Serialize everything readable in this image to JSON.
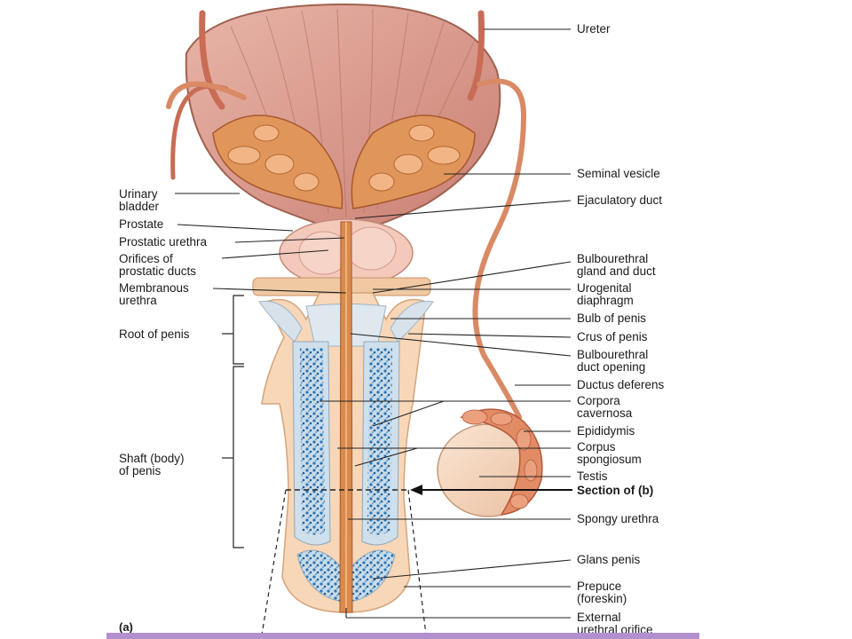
{
  "figure_tag": "(a)",
  "labels": {
    "ureter": "Ureter",
    "seminal_vesicle": "Seminal vesicle",
    "ejaculatory_duct": "Ejaculatory duct",
    "bulbourethral_gland_1": "Bulbourethral",
    "bulbourethral_gland_2": "gland and duct",
    "urogenital_1": "Urogenital",
    "urogenital_2": "diaphragm",
    "bulb_of_penis": "Bulb of penis",
    "crus_of_penis": "Crus of penis",
    "bulbourethral_opening_1": "Bulbourethral",
    "bulbourethral_opening_2": "duct opening",
    "ductus_deferens": "Ductus deferens",
    "corpora_cavernosa_1": "Corpora",
    "corpora_cavernosa_2": "cavernosa",
    "epididymis": "Epididymis",
    "corpus_spongiosum_1": "Corpus",
    "corpus_spongiosum_2": "spongiosum",
    "testis": "Testis",
    "section_of_b": "Section of (b)",
    "spongy_urethra": "Spongy urethra",
    "glans_penis": "Glans penis",
    "prepuce_1": "Prepuce",
    "prepuce_2": "(foreskin)",
    "external_orifice_1": "External",
    "external_orifice_2": "urethral orifice",
    "urinary_bladder_1": "Urinary",
    "urinary_bladder_2": "bladder",
    "prostate": "Prostate",
    "prostatic_urethra": "Prostatic urethra",
    "orifices_1": "Orifices of",
    "orifices_2": "prostatic ducts",
    "membranous_1": "Membranous",
    "membranous_2": "urethra",
    "root_of_penis": "Root of penis",
    "shaft_1": "Shaft (body)",
    "shaft_2": "of penis"
  },
  "colors": {
    "bladder": "#d99a8c",
    "vesicle": "#e0955a",
    "duct": "#d98a64",
    "spongy_tissue": "#2f74b0",
    "footer": "#b38fd0"
  }
}
